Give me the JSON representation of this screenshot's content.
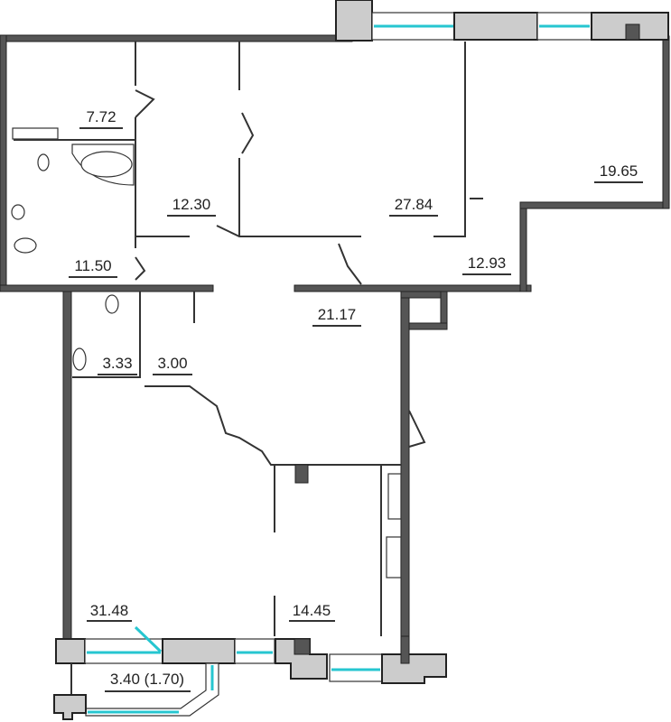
{
  "plan": {
    "rooms": [
      {
        "id": "bathroom",
        "area": "7.72"
      },
      {
        "id": "bedroom-1",
        "area": "12.30"
      },
      {
        "id": "living-room",
        "area": "27.84"
      },
      {
        "id": "bedroom-2",
        "area": "19.65"
      },
      {
        "id": "dressing",
        "area": "11.50"
      },
      {
        "id": "corridor-right",
        "area": "12.93"
      },
      {
        "id": "hall",
        "area": "21.17"
      },
      {
        "id": "wc",
        "area": "3.33"
      },
      {
        "id": "storage",
        "area": "3.00"
      },
      {
        "id": "kitchen-living",
        "area": "31.48"
      },
      {
        "id": "kitchen",
        "area": "14.45"
      },
      {
        "id": "balcony",
        "area": "3.40 (1.70)"
      }
    ],
    "colors": {
      "wall": "#555555",
      "column": "#cccccc",
      "glass": "#26c6d0"
    }
  }
}
